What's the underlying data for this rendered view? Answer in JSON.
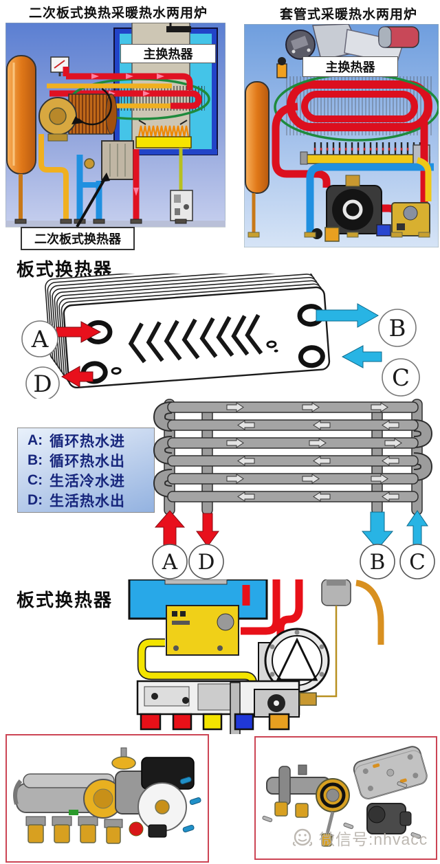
{
  "header": {
    "left_title": "二次板式换热采暖热水两用炉",
    "right_title": "套管式采暖热水两用炉"
  },
  "boiler_left": {
    "main_hx_label": "主换热器",
    "secondary_hx_label": "二次板式换热器"
  },
  "boiler_right": {
    "main_hx_label": "主换热器"
  },
  "plate_section": {
    "title": "板式换热器",
    "ports": [
      "A",
      "B",
      "C",
      "D"
    ]
  },
  "legend": {
    "items": [
      {
        "key": "A:",
        "text": "循环热水进"
      },
      {
        "key": "B:",
        "text": "循环热水出"
      },
      {
        "key": "C:",
        "text": "生活冷水进"
      },
      {
        "key": "D:",
        "text": "生活热水出"
      }
    ]
  },
  "flow_diagram": {
    "ports": [
      "A",
      "D",
      "B",
      "C"
    ]
  },
  "assembly_section": {
    "title": "板式换热器"
  },
  "watermark": {
    "text": "微信号:nhvacc"
  },
  "colors": {
    "hot_water": "#e01122",
    "cold_water": "#28b4e4",
    "highlight_ellipse": "#1e8a3c",
    "photo_box_border": "#cc4454",
    "legend_text": "#17267c"
  }
}
